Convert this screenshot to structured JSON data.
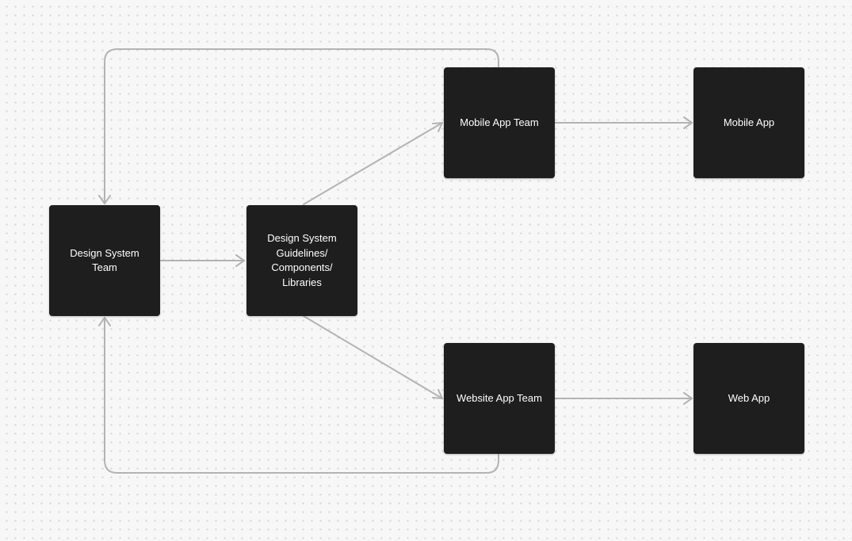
{
  "diagram": {
    "style": {
      "node_fill": "#1e1e1e",
      "node_text": "#ffffff",
      "connector_color": "#b3b3b3",
      "canvas_background": "#f7f7f7",
      "grid_dot_color": "#d4d4d4"
    },
    "nodes": {
      "design_system_team": {
        "label": "Design System\nTeam"
      },
      "guidelines": {
        "label": "Design System\nGuidelines/\nComponents/\nLibraries"
      },
      "mobile_app_team": {
        "label": "Mobile App Team"
      },
      "mobile_app": {
        "label": "Mobile App"
      },
      "website_app_team": {
        "label": "Website App Team"
      },
      "web_app": {
        "label": "Web App"
      }
    },
    "connections": [
      {
        "from": "design_system_team",
        "to": "guidelines"
      },
      {
        "from": "guidelines",
        "to": "mobile_app_team"
      },
      {
        "from": "guidelines",
        "to": "website_app_team"
      },
      {
        "from": "mobile_app_team",
        "to": "mobile_app"
      },
      {
        "from": "website_app_team",
        "to": "web_app"
      },
      {
        "from": "mobile_app_team",
        "to": "design_system_team"
      },
      {
        "from": "website_app_team",
        "to": "design_system_team"
      }
    ]
  }
}
